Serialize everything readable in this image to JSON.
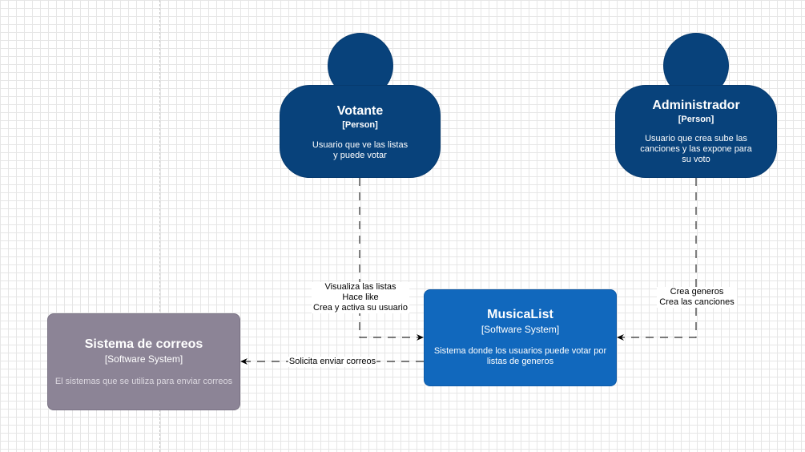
{
  "colors": {
    "person_fill": "#08427b",
    "system_fill": "#1168bd",
    "external_fill": "#8c8496",
    "external_desc_text": "#d9d6dd",
    "edge": "#000000"
  },
  "nodes": {
    "votante": {
      "title": "Votante",
      "stereotype": "[Person]",
      "description_lines": [
        "Usuario que ve las listas",
        "y puede votar"
      ]
    },
    "administrador": {
      "title": "Administrador",
      "stereotype": "[Person]",
      "description_lines": [
        "Usuario que crea sube las",
        "canciones y las expone para",
        "su voto"
      ]
    },
    "musicalist": {
      "title": "MusicaList",
      "stereotype": "[Software System]",
      "description_lines": [
        "Sistema donde los usuarios puede votar por",
        "listas de generos"
      ]
    },
    "correos": {
      "title": "Sistema de correos",
      "stereotype": "[Software System]",
      "description_lines": [
        "El sistemas que se utiliza para enviar correos"
      ]
    }
  },
  "edges": {
    "votante_to_musicalist": {
      "label_lines": [
        "Visualiza las listas",
        "Hace like",
        "Crea y activa su usuario"
      ]
    },
    "admin_to_musicalist": {
      "label_lines": [
        "Crea generos",
        "Crea las canciones"
      ]
    },
    "musicalist_to_correos": {
      "label_lines": [
        "Solicita enviar correos"
      ]
    }
  }
}
